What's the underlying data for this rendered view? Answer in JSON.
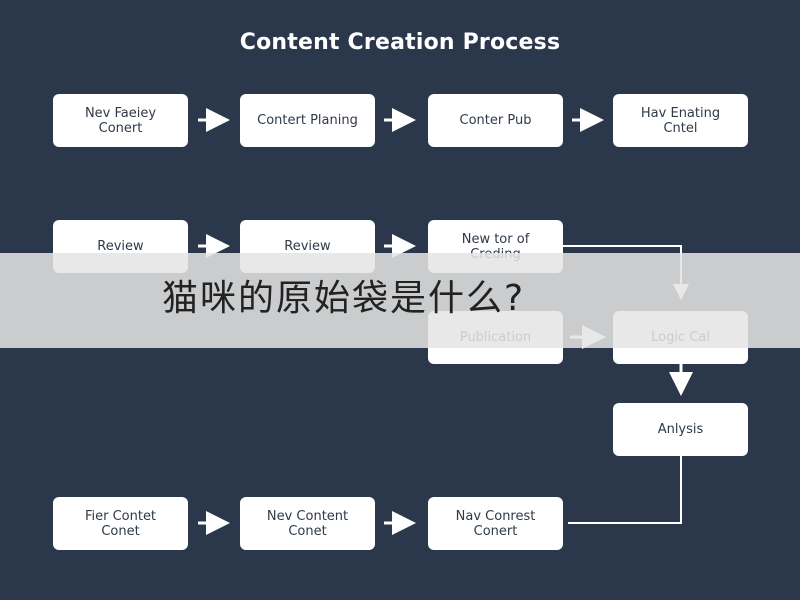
{
  "diagram": {
    "title": "Content Creation Process",
    "nodes": {
      "r1c1": "Nev Faeiey\nConert",
      "r1c2": "Contert Planing",
      "r1c3": "Conter Pub",
      "r1c4": "Hav Enating\nCntel",
      "r2c1": "Review",
      "r2c2": "Review",
      "r2c3": "New tor of\nCreding",
      "r3c3": "Publication",
      "r3c4": "Logic Cal",
      "r4c4": "Anlysis",
      "r5c1": "Fier Contet\nConet",
      "r5c2": "Nev Content\nConet",
      "r5c3": "Nav Conrest\nConert"
    }
  },
  "overlay": {
    "question": "猫咪的原始袋是什么?"
  }
}
